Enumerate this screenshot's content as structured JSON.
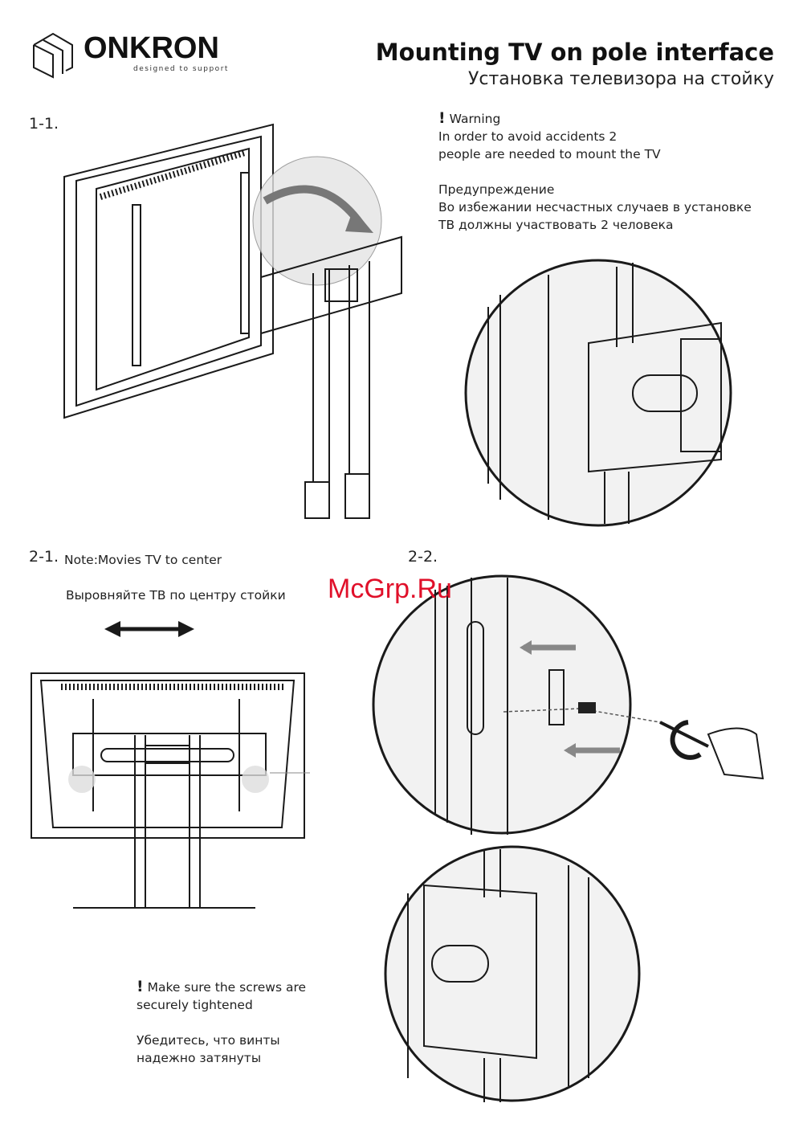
{
  "header": {
    "brand": "ONKRON",
    "tagline": "designed to support",
    "title_en": "Mounting TV on pole interface",
    "title_ru": "Установка телевизора на стойку"
  },
  "step_1_1": {
    "label": "1-1.",
    "warning_mark": "!",
    "warning_title": "Warning",
    "warning_lines": [
      "In order to avoid accidents 2",
      "people are needed to mount the TV"
    ],
    "ru_title": "Предупреждение",
    "ru_lines": [
      "Во избежании несчастных случаев в установке",
      "ТВ должны участвовать 2 человека"
    ]
  },
  "step_2_1": {
    "label": "2-1.",
    "note": "Note:Movies TV to center",
    "note_ru": "Выровняйте ТВ по центру стойки"
  },
  "step_2_2": {
    "label": "2-2."
  },
  "screws_note": {
    "mark": "!",
    "lines": [
      "Make sure the screws are",
      "securely tightened"
    ],
    "ru_lines": [
      "Убедитесь, что винты",
      "надежно затянуты"
    ]
  },
  "watermark": "McGrp.Ru"
}
